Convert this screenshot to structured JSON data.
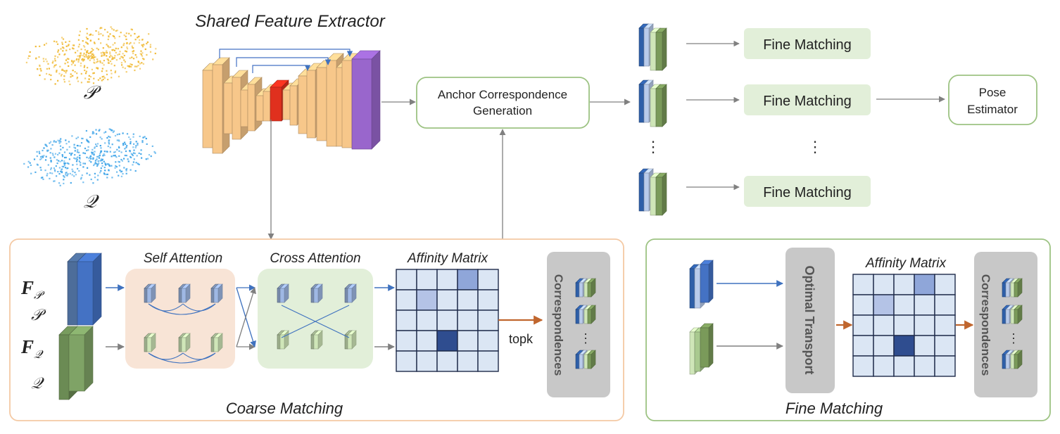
{
  "title": "Shared Feature Extractor",
  "inputs": {
    "p_label": "𝒫",
    "q_label": "𝒬"
  },
  "anchor": {
    "line1": "Anchor Correspondence",
    "line2": "Generation"
  },
  "fine_matching_box": "Fine Matching",
  "pose": {
    "line1": "Pose",
    "line2": "Estimator"
  },
  "dots": "⋮",
  "coarse": {
    "panel_label": "Coarse Matching",
    "fp_main": "F",
    "fp_sub": "𝒫",
    "fp_below": "𝒫",
    "fq_main": "F",
    "fq_sub": "𝒬",
    "fq_below": "𝒬",
    "self_attention": "Self Attention",
    "cross_attention": "Cross Attention",
    "affinity_matrix": "Affinity Matrix",
    "topk": "topk",
    "correspondences": "Correspondences"
  },
  "fine": {
    "panel_label": "Fine Matching",
    "optimal_transport": "Optimal Transport",
    "affinity_matrix": "Affinity Matrix",
    "correspondences": "Correspondences"
  },
  "colors": {
    "green_box": "#e2efd9",
    "green_border": "#9dc383",
    "orange_border": "#f4c9a4",
    "self_attn_bg": "#f8e4d6",
    "cross_attn_bg": "#e2efd9",
    "gray_box": "#c8c8c8",
    "matrix_cell": "#dbe6f4",
    "matrix_light": "#b4c3e6",
    "matrix_mid": "#8fa6d9",
    "matrix_dark": "#2f4d8f",
    "arrow_orange": "#c0662e",
    "arrow_blue": "#3f72bf",
    "arrow_gray": "#808080",
    "encoder": "#f7c78a",
    "bottleneck": "#e0301e",
    "output": "#9966cc",
    "point_p": "#f0b830",
    "point_q": "#3ba3e8"
  }
}
